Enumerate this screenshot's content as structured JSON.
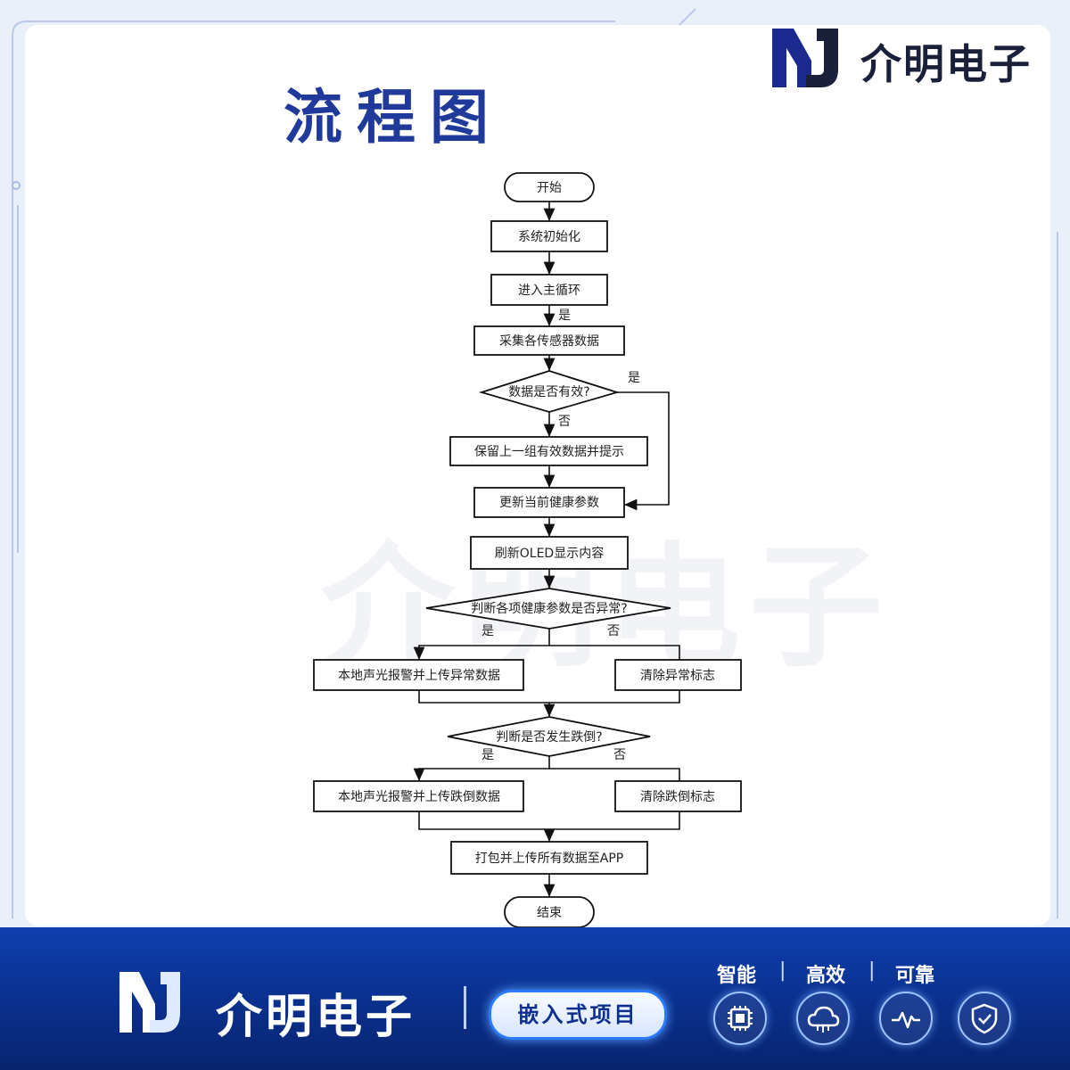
{
  "header": {
    "page_title": "流程图",
    "brand_name": "介明电子"
  },
  "watermark": "介明电子",
  "flowchart": {
    "start": "开始",
    "init": "系统初始化",
    "main_loop": "进入主循环",
    "collect": "采集各传感器数据",
    "valid_check": "数据是否有效?",
    "keep_last": "保留上一组有效数据并提示",
    "update": "更新当前健康参数",
    "refresh": "刷新OLED显示内容",
    "abnormal_check": "判断各项健康参数是否异常?",
    "alarm_abnormal": "本地声光报警并上传异常数据",
    "clear_abnormal": "清除异常标志",
    "fall_check": "判断是否发生跌倒?",
    "alarm_fall": "本地声光报警并上传跌倒数据",
    "clear_fall": "清除跌倒标志",
    "pack_upload": "打包并上传所有数据至APP",
    "end": "结束",
    "yes": "是",
    "no": "否"
  },
  "footer": {
    "brand_name": "介明电子",
    "tag": "嵌入式项目",
    "slogans": [
      "智能",
      "高效",
      "可靠"
    ],
    "separator": "|",
    "icons": [
      "chip-icon",
      "cloud-icon",
      "heartbeat-icon",
      "shield-check-icon"
    ]
  },
  "colors": {
    "title_blue": "#1f3a9a",
    "footer_blue": "#0a2f8c",
    "accent": "#2a7bff"
  }
}
